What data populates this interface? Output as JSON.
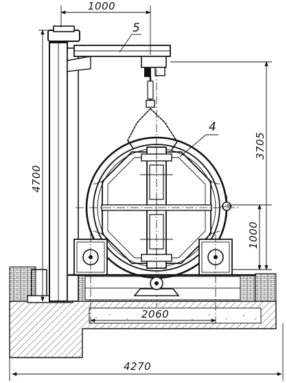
{
  "dimensions": {
    "boom_reach": "1000",
    "column_height": "4700",
    "hook_height": "3705",
    "axis_height": "1000",
    "support_spacing": "2060",
    "overall_width": "4270"
  },
  "callouts": {
    "drum": "4",
    "crane": "5"
  }
}
